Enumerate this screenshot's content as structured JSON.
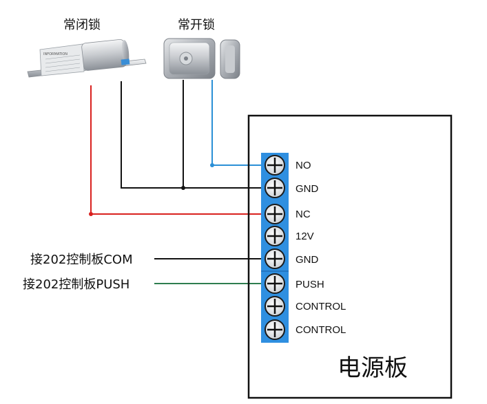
{
  "locks": {
    "nc_lock_label": "常闭锁",
    "no_lock_label": "常开锁",
    "nc_lock_plate_text": "INFORMATION"
  },
  "board": {
    "title": "电源板",
    "terminals": [
      "NO",
      "GND",
      "NC",
      "12V",
      "GND",
      "PUSH",
      "CONTROL",
      "CONTROL"
    ]
  },
  "inputs": {
    "com_label": "接202控制板COM",
    "push_label": "接202控制板PUSH"
  },
  "colors": {
    "red_wire": "#d9201e",
    "black_wire": "#111111",
    "blue_wire": "#2a8fd6",
    "green_wire": "#2e7d4f",
    "terminal_block": "#2f8fe0"
  }
}
